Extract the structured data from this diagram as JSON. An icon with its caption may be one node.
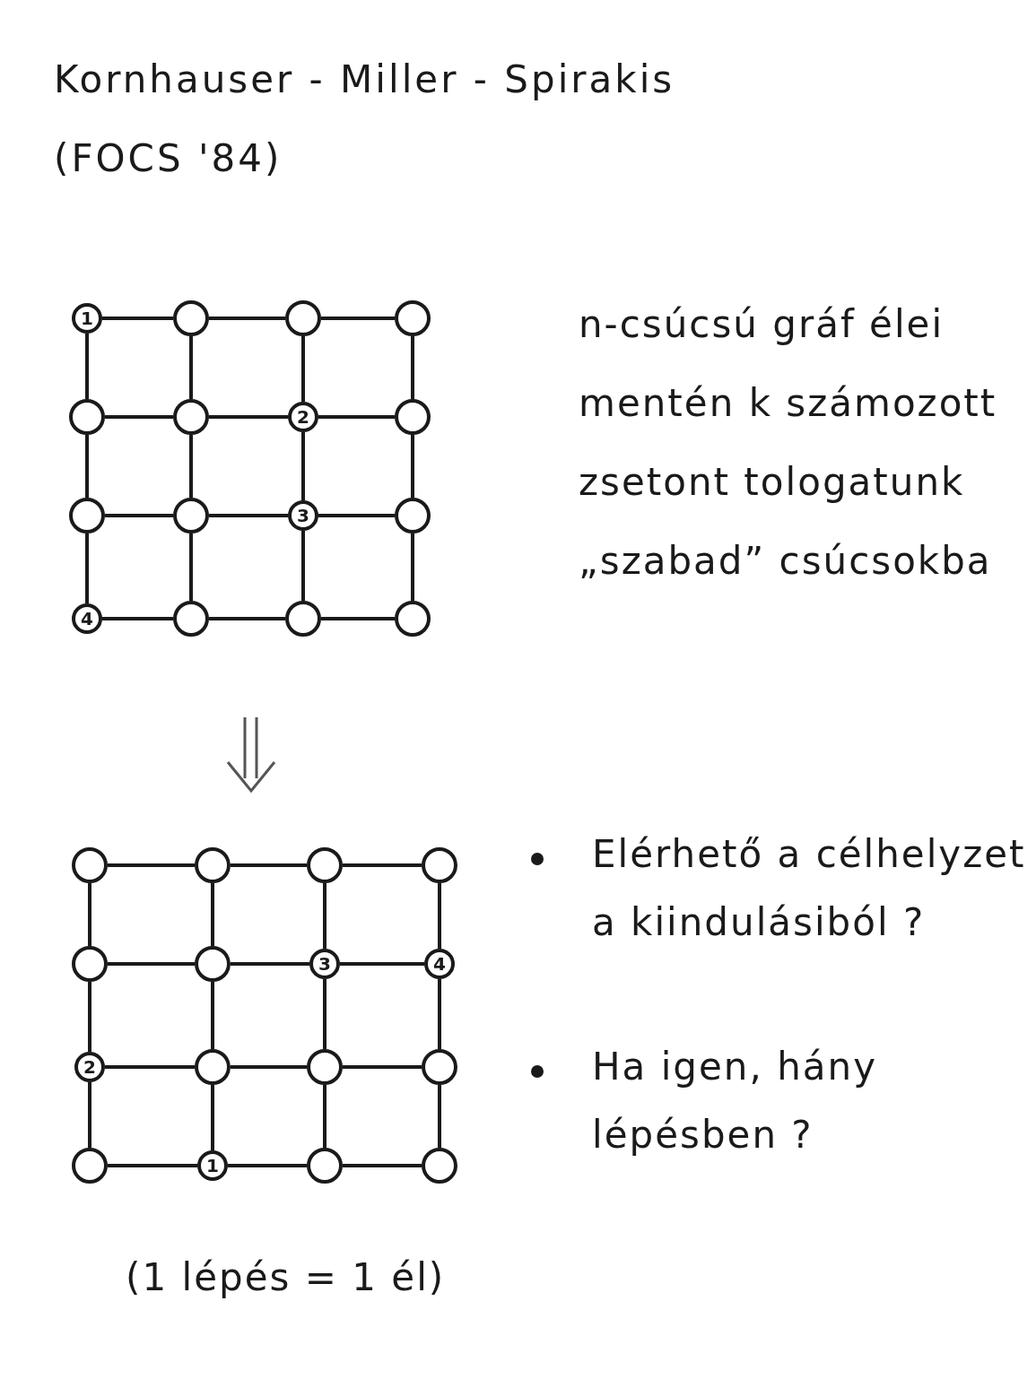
{
  "diagram": {
    "title": "Kornhauser - Miller - Spirakis (FOCS '84)",
    "nodes": [
      {
        "text": [
          "1"
        ]
      },
      {
        "text": [],
        "shape": "circle"
      },
      {
        "text": [],
        "shape": "circle"
      },
      {
        "text": [],
        "shape": "circle"
      },
      {
        "text": [],
        "shape": "circle"
      },
      {
        "text": [],
        "shape": "circle"
      },
      {
        "text": [
          "2"
        ]
      },
      {
        "text": [],
        "shape": "circle"
      },
      {
        "text": [],
        "shape": "circle"
      },
      {
        "text": [],
        "shape": "circle"
      },
      {
        "text": [
          "3"
        ]
      },
      {
        "text": [],
        "shape": "circle"
      },
      {
        "text": [
          "4"
        ]
      },
      {
        "text": [],
        "shape": "circle"
      },
      {
        "text": [],
        "shape": "circle"
      },
      {
        "text": [],
        "shape": "circle"
      },
      {
        "text": [],
        "shape": "circle"
      },
      {
        "text": [],
        "shape": "circle"
      },
      {
        "text": [],
        "shape": "circle"
      },
      {
        "text": [],
        "shape": "circle"
      },
      {
        "text": [],
        "shape": "circle"
      },
      {
        "text": [],
        "shape": "circle"
      },
      {
        "text": [
          "3"
        ]
      },
      {
        "text": [
          "4"
        ]
      },
      {
        "text": [
          "2"
        ]
      },
      {
        "text": [],
        "shape": "circle"
      },
      {
        "text": [],
        "shape": "circle"
      },
      {
        "text": [],
        "shape": "circle"
      },
      {
        "text": [],
        "shape": "circle"
      },
      {
        "text": [
          "1"
        ]
      },
      {
        "text": [],
        "shape": "circle"
      },
      {
        "text": [],
        "shape": "circle"
      }
    ],
    "edges": [
      {
        "from": 0,
        "to": 1,
        "arrow": "none"
      },
      {
        "from": 1,
        "to": 2,
        "arrow": "none"
      },
      {
        "from": 2,
        "to": 3,
        "arrow": "none"
      },
      {
        "from": 4,
        "to": 5,
        "arrow": "none"
      },
      {
        "from": 5,
        "to": 6,
        "arrow": "none"
      },
      {
        "from": 6,
        "to": 7,
        "arrow": "none"
      },
      {
        "from": 8,
        "to": 9,
        "arrow": "none"
      },
      {
        "from": 9,
        "to": 10,
        "arrow": "none"
      },
      {
        "from": 10,
        "to": 11,
        "arrow": "none"
      },
      {
        "from": 12,
        "to": 13,
        "arrow": "none"
      },
      {
        "from": 13,
        "to": 14,
        "arrow": "none"
      },
      {
        "from": 14,
        "to": 15,
        "arrow": "none"
      },
      {
        "from": 0,
        "to": 4,
        "arrow": "none"
      },
      {
        "from": 4,
        "to": 8,
        "arrow": "none"
      },
      {
        "from": 8,
        "to": 12,
        "arrow": "none"
      },
      {
        "from": 1,
        "to": 5,
        "arrow": "none"
      },
      {
        "from": 5,
        "to": 9,
        "arrow": "none"
      },
      {
        "from": 9,
        "to": 13,
        "arrow": "none"
      },
      {
        "from": 2,
        "to": 6,
        "arrow": "none"
      },
      {
        "from": 6,
        "to": 10,
        "arrow": "none"
      },
      {
        "from": 10,
        "to": 14,
        "arrow": "none"
      },
      {
        "from": 3,
        "to": 7,
        "arrow": "none"
      },
      {
        "from": 7,
        "to": 11,
        "arrow": "none"
      },
      {
        "from": 11,
        "to": 15,
        "arrow": "none"
      },
      {
        "from": 16,
        "to": 17,
        "arrow": "none"
      },
      {
        "from": 17,
        "to": 18,
        "arrow": "none"
      },
      {
        "from": 18,
        "to": 19,
        "arrow": "none"
      },
      {
        "from": 20,
        "to": 21,
        "arrow": "none"
      },
      {
        "from": 21,
        "to": 22,
        "arrow": "none"
      },
      {
        "from": 22,
        "to": 23,
        "arrow": "none"
      },
      {
        "from": 24,
        "to": 25,
        "arrow": "none"
      },
      {
        "from": 25,
        "to": 26,
        "arrow": "none"
      },
      {
        "from": 26,
        "to": 27,
        "arrow": "none"
      },
      {
        "from": 28,
        "to": 29,
        "arrow": "none"
      },
      {
        "from": 29,
        "to": 30,
        "arrow": "none"
      },
      {
        "from": 30,
        "to": 31,
        "arrow": "none"
      },
      {
        "from": 16,
        "to": 20,
        "arrow": "none"
      },
      {
        "from": 20,
        "to": 24,
        "arrow": "none"
      },
      {
        "from": 24,
        "to": 28,
        "arrow": "none"
      },
      {
        "from": 17,
        "to": 21,
        "arrow": "none"
      },
      {
        "from": 21,
        "to": 25,
        "arrow": "none"
      },
      {
        "from": 25,
        "to": 29,
        "arrow": "none"
      },
      {
        "from": 18,
        "to": 22,
        "arrow": "none"
      },
      {
        "from": 22,
        "to": 26,
        "arrow": "none"
      },
      {
        "from": 26,
        "to": 30,
        "arrow": "none"
      },
      {
        "from": 19,
        "to": 23,
        "arrow": "none"
      },
      {
        "from": 23,
        "to": 27,
        "arrow": "none"
      },
      {
        "from": 27,
        "to": 31,
        "arrow": "none"
      }
    ],
    "labels": [
      "n-csúcsú gráf élei mentén k számozott zsetont tologatunk „szabad” csúcsokba",
      "Elérhető a célhelyzet a kiindulásiból ?",
      "Ha igen, hány lépésben ?",
      "(1 lépés = 1 él)"
    ]
  }
}
